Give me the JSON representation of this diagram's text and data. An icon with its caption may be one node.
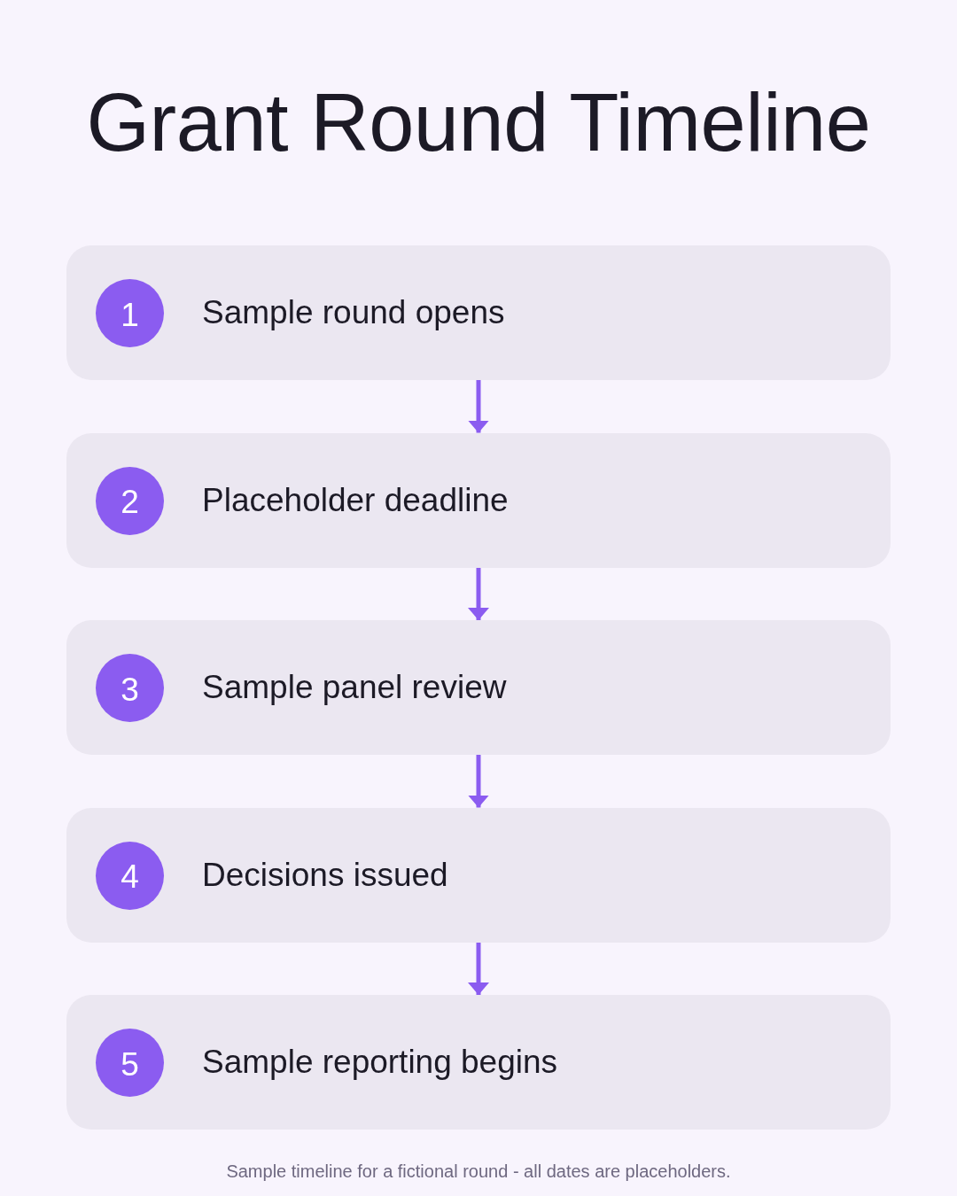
{
  "diagram": {
    "title": "Grant Round Timeline",
    "caption": "Sample timeline for a fictional round - all dates are placeholders.",
    "nodes": [
      {
        "text": [
          "Sample round opens"
        ]
      },
      {
        "text": [
          "1"
        ],
        "in": 0
      },
      {
        "text": [
          "Placeholder deadline"
        ]
      },
      {
        "text": [
          "2"
        ],
        "in": 2
      },
      {
        "text": [
          "Sample panel review"
        ]
      },
      {
        "text": [
          "3"
        ],
        "in": 4
      },
      {
        "text": [
          "Decisions issued"
        ]
      },
      {
        "text": [
          "4"
        ],
        "in": 6
      },
      {
        "text": [
          "Sample reporting begins"
        ]
      },
      {
        "text": [
          "5"
        ],
        "in": 8
      }
    ],
    "edges": [
      {
        "from": 0,
        "to": 2,
        "arrow": "to"
      },
      {
        "from": 2,
        "to": 4,
        "arrow": "to"
      },
      {
        "from": 4,
        "to": 6,
        "arrow": "to"
      },
      {
        "from": 6,
        "to": 8,
        "arrow": "to"
      }
    ]
  }
}
